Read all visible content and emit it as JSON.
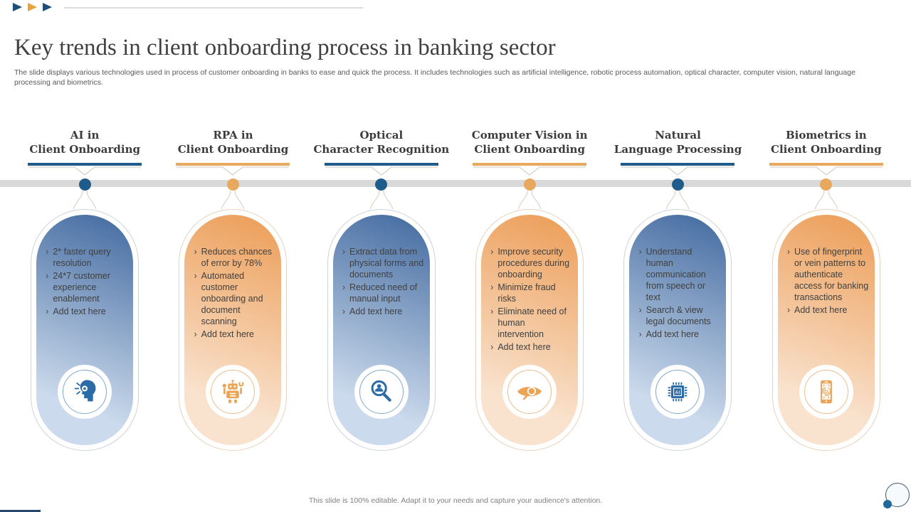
{
  "slide": {
    "title": "Key trends in client onboarding process in banking sector",
    "subtitle": "The slide displays various technologies used in process of customer onboarding in banks to ease and quick the process. It includes technologies such as artificial intelligence, robotic process automation, optical character, computer vision, natural language processing and biometrics.",
    "footer_note": "This slide is 100% editable. Adapt it to your needs and capture your audience's attention.",
    "bullet_marker": "›",
    "top_arrows": [
      "blue",
      "orange",
      "blue"
    ]
  },
  "colors": {
    "blue_accent": "#1F5C8B",
    "orange_accent": "#E8A95F",
    "blue_gradient_dark": "#41699F",
    "blue_gradient_light": "#CBDAEC",
    "orange_gradient_dark": "#EC9C55",
    "orange_gradient_light": "#F9E3CF",
    "timeline_gray": "#D9D9D9",
    "title_text": "#404040",
    "subtitle_text": "#595959",
    "body_text": "#404040",
    "footer_text": "#7F7F7F"
  },
  "columns": [
    {
      "theme": "blue",
      "icon": "ai-head-icon",
      "title_lines": [
        "AI in",
        "Client Onboarding"
      ],
      "bullets": [
        "2* faster query resolution",
        "24*7 customer experience enablement",
        "Add text here"
      ]
    },
    {
      "theme": "orange",
      "icon": "robot-icon",
      "title_lines": [
        "RPA in",
        "Client Onboarding"
      ],
      "bullets": [
        "Reduces chances of error by 78%",
        "Automated customer onboarding and document scanning",
        "Add text here"
      ]
    },
    {
      "theme": "blue",
      "icon": "search-person-icon",
      "title_lines": [
        "Optical",
        "Character Recognition"
      ],
      "bullets": [
        "Extract data from physical forms and documents",
        "Reduced need of manual input",
        "Add text here"
      ]
    },
    {
      "theme": "orange",
      "icon": "vision-eye-icon",
      "title_lines": [
        "Computer Vision in",
        "Client Onboarding"
      ],
      "bullets": [
        "Improve security procedures during onboarding",
        "Minimize fraud risks",
        "Eliminate need of human intervention",
        "Add text here"
      ]
    },
    {
      "theme": "blue",
      "icon": "ai-chip-icon",
      "title_lines": [
        "Natural",
        "Language Processing"
      ],
      "bullets": [
        "Understand human communication from speech or text",
        "Search & view legal documents",
        "Add text here"
      ]
    },
    {
      "theme": "orange",
      "icon": "phone-fingerprint-icon",
      "title_lines": [
        "Biometrics in",
        "Client Onboarding"
      ],
      "bullets": [
        "Use of fingerprint or vein patterns to authenticate access for banking transactions",
        "Add text here"
      ]
    }
  ]
}
